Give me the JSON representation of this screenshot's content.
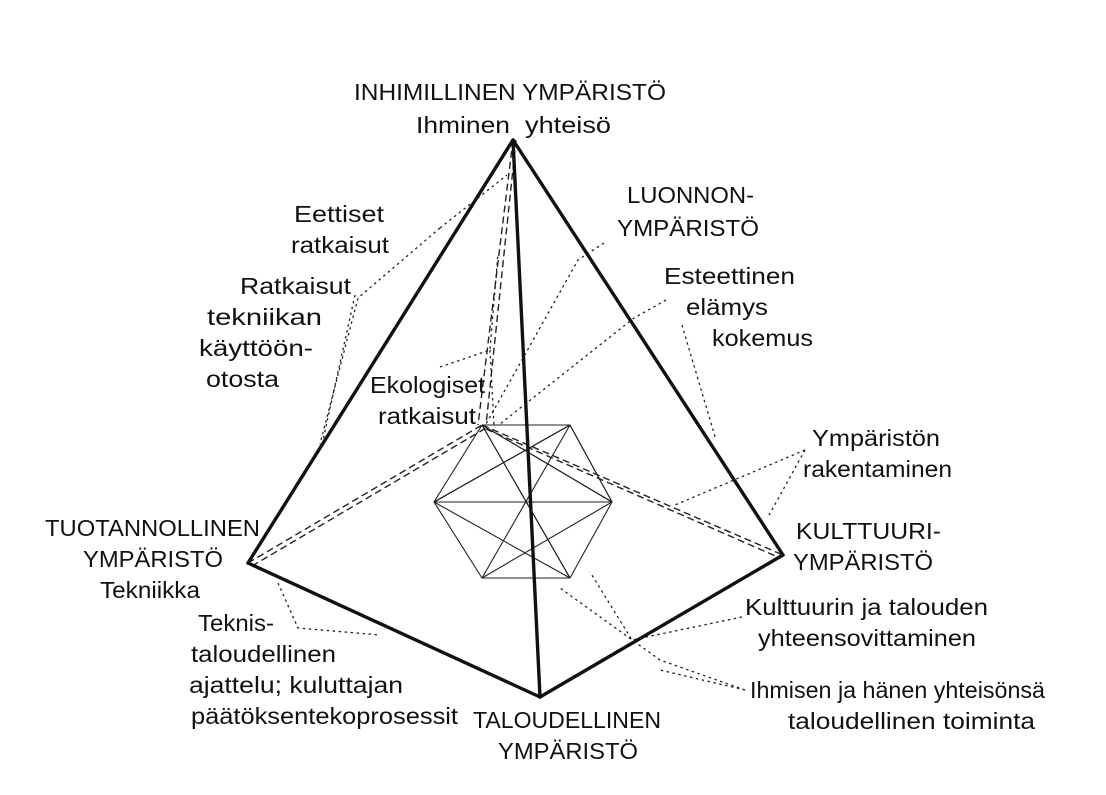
{
  "labels": {
    "top_title": "INHIMILLINEN YMPÄRISTÖ",
    "top_sub_1": "Ihminen",
    "top_sub_2": "yhteisö",
    "luonnon_1": "LUONNON-",
    "luonnon_2": "YMPÄRISTÖ",
    "esteettinen_1": "Esteettinen",
    "esteettinen_2": "elämys",
    "esteettinen_3": "kokemus",
    "eettiset_1": "Eettiset",
    "eettiset_2": "ratkaisut",
    "tekniikan_1": "Ratkaisut",
    "tekniikan_2": "tekniikan",
    "tekniikan_3": "käyttöön-",
    "tekniikan_4": "otosta",
    "ekologiset_1": "Ekologiset",
    "ekologiset_2": "ratkaisut",
    "rakentaminen_1": "Ympäristön",
    "rakentaminen_2": "rakentaminen",
    "tuotannollinen_1": "TUOTANNOLLINEN",
    "tuotannollinen_2": "YMPÄRISTÖ",
    "tuotannollinen_3": "Tekniikka",
    "kulttuuri_1": "KULTTUURI-",
    "kulttuuri_2": "YMPÄRISTÖ",
    "sovittaminen_1": "Kulttuurin ja talouden",
    "sovittaminen_2": "yhteensovittaminen",
    "teknis_1": "Teknis-",
    "teknis_2": "taloudellinen",
    "teknis_3": "ajattelu; kuluttajan",
    "teknis_4": "päätöksentekoprosessit",
    "toiminta_1": "Ihmisen ja hänen yhteisönsä",
    "toiminta_2": "taloudellinen toiminta",
    "taloudellinen_1": "TALOUDELLINEN",
    "taloudellinen_2": "YMPÄRISTÖ"
  }
}
